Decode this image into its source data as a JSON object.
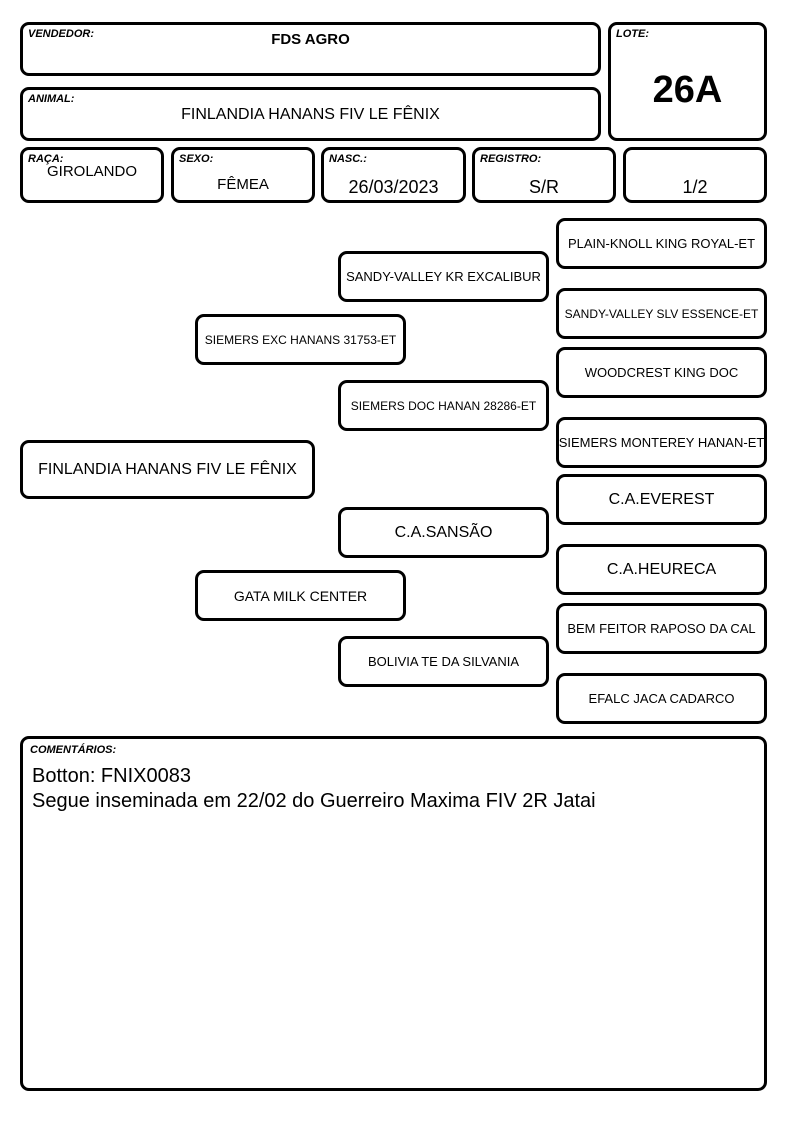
{
  "header": {
    "vendedor": {
      "label": "VENDEDOR:",
      "value": "FDS AGRO"
    },
    "lote": {
      "label": "LOTE:",
      "value": "26A"
    },
    "animal": {
      "label": "ANIMAL:",
      "value": "FINLANDIA HANANS FIV LE FÊNIX"
    },
    "raca": {
      "label": "RAÇA:",
      "value": "GIROLANDO"
    },
    "sexo": {
      "label": "SEXO:",
      "value": "FÊMEA"
    },
    "nasc": {
      "label": "NASC.:",
      "value": "26/03/2023"
    },
    "registro": {
      "label": "REGISTRO:",
      "value": "S/R"
    },
    "fraction": "1/2"
  },
  "pedigree": {
    "animal": "FINLANDIA HANANS FIV LE FÊNIX",
    "sire": "SIEMERS EXC HANANS 31753-ET",
    "dam": "GATA MILK CENTER",
    "sire_sire": "SANDY-VALLEY KR EXCALIBUR",
    "sire_dam": "SIEMERS DOC HANAN 28286-ET",
    "dam_sire": "C.A.SANSÃO",
    "dam_dam": "BOLIVIA TE DA SILVANIA",
    "ggp": [
      "PLAIN-KNOLL KING ROYAL-ET",
      "SANDY-VALLEY SLV ESSENCE-ET",
      "WOODCREST KING DOC",
      "SIEMERS MONTEREY HANAN-ET",
      "C.A.EVEREST",
      "C.A.HEURECA",
      "BEM FEITOR RAPOSO DA CAL",
      "EFALC JACA CADARCO"
    ]
  },
  "comments": {
    "label": "COMENTÁRIOS:",
    "lines": [
      "Botton: FNIX0083",
      "Segue inseminada em 22/02 do Guerreiro Maxima FIV 2R Jatai"
    ]
  }
}
